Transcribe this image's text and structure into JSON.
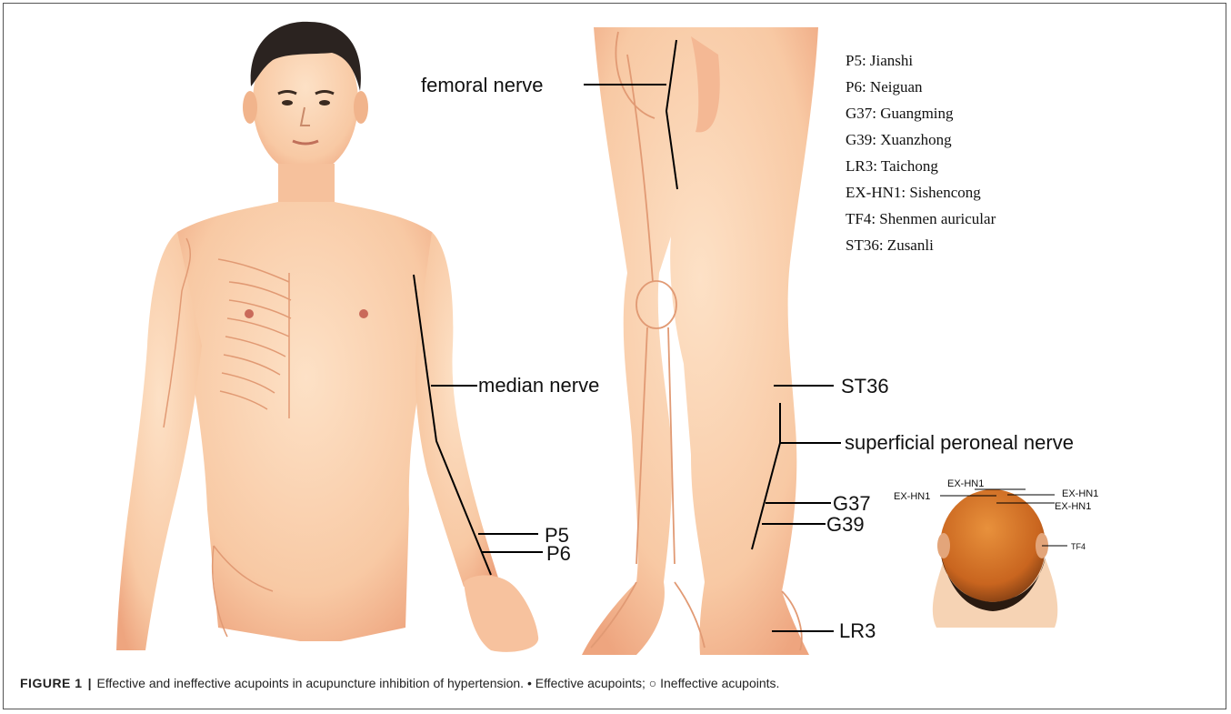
{
  "figure": {
    "labels": {
      "femoral_nerve": "femoral nerve",
      "median_nerve": "median nerve",
      "p5": "P5",
      "p6": "P6",
      "st36": "ST36",
      "superficial_peroneal_nerve": "superficial peroneal nerve",
      "g37": "G37",
      "g39": "G39",
      "lr3": "LR3",
      "ex_hn1_top": "EX-HN1",
      "ex_hn1_left": "EX-HN1",
      "ex_hn1_right_top": "EX-HN1",
      "ex_hn1_right_bottom": "EX-HN1",
      "tf4": "TF4"
    },
    "legend": [
      "P5: Jianshi",
      "P6: Neiguan",
      "G37: Guangming",
      "G39: Xuanzhong",
      "LR3: Taichong",
      "EX-HN1: Sishencong",
      "TF4: Shenmen auricular",
      "ST36: Zusanli"
    ]
  },
  "caption": {
    "label": "FIGURE 1",
    "separator": "|",
    "text": "Effective and ineffective acupoints in acupuncture inhibition of hypertension. • Effective acupoints; ○ Ineffective acupoints."
  },
  "colors": {
    "skin": "#f8c9a4",
    "skin_shadow": "#eda47e",
    "hair": "#2b2320",
    "head_back": "#d9772e"
  }
}
